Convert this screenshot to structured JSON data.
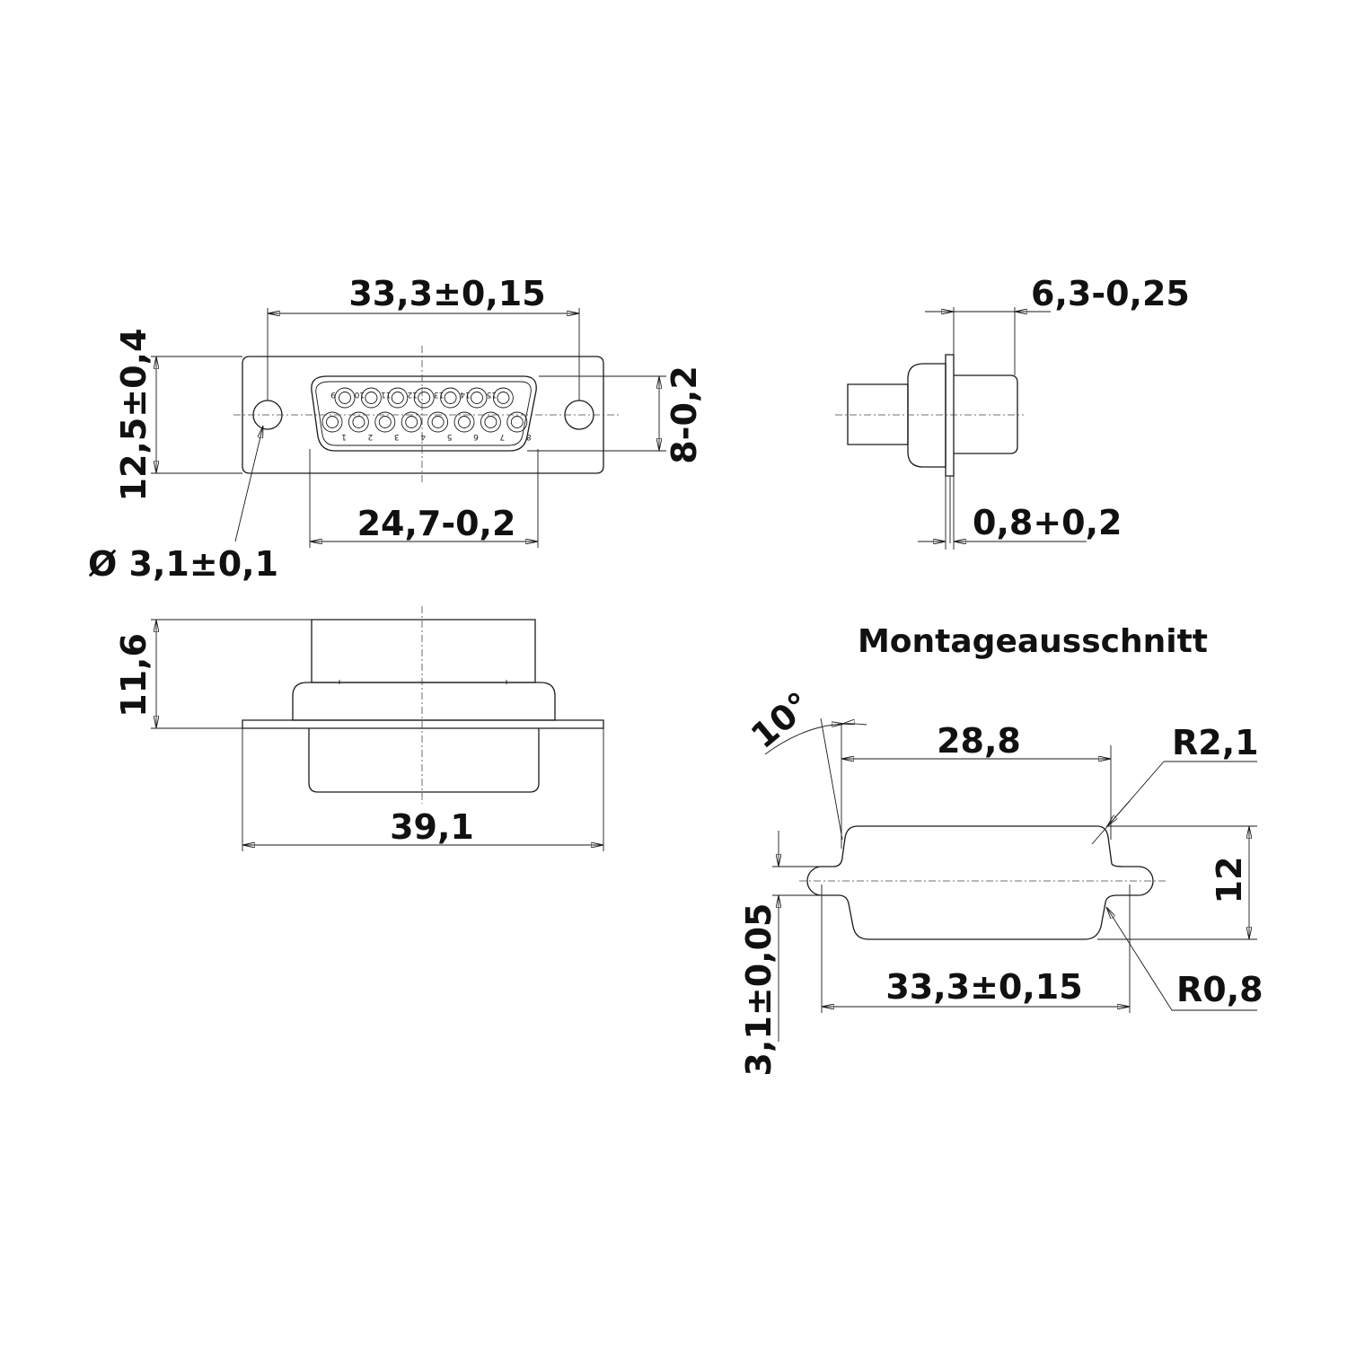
{
  "title": "Montageausschnitt",
  "front_view": {
    "width_holes": "33,3±0,15",
    "height": "12,5±0,4",
    "shell_height": "8-0,2",
    "shell_width": "24,7-0,2",
    "hole_diameter": "Ø 3,1±0,1",
    "pins_top": [
      "9",
      "10",
      "11",
      "12",
      "13",
      "14",
      "15"
    ],
    "pins_bottom": [
      "1",
      "2",
      "3",
      "4",
      "5",
      "6",
      "7",
      "8"
    ]
  },
  "side_view": {
    "depth": "6,3-0,25",
    "flange": "0,8+0,2"
  },
  "top_view": {
    "height": "11,6",
    "width": "39,1"
  },
  "cutout": {
    "angle": "10°",
    "width_top": "28,8",
    "radius_top": "R2,1",
    "height": "12",
    "hole_spacing": "33,3±0,15",
    "hole_width": "3,1±0,05",
    "radius_bottom": "R0,8"
  }
}
